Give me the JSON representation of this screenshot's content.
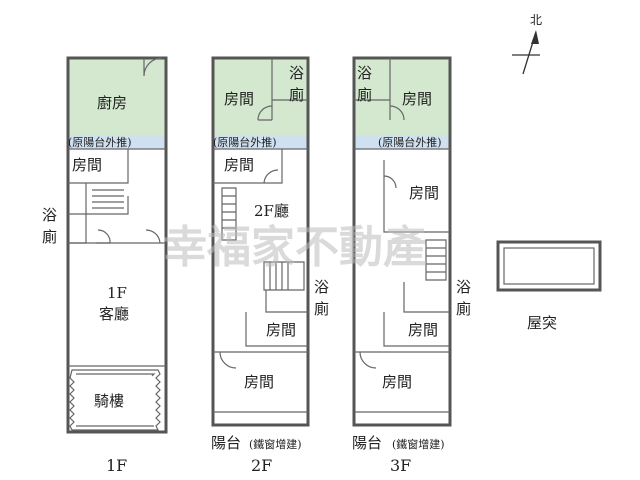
{
  "watermark": "幸福家不動產",
  "compass": {
    "label": "北"
  },
  "floors": {
    "f1": {
      "label": "1F",
      "kitchen": "廚房",
      "extension": "(原陽台外推)",
      "room": "房間",
      "bath_top": "浴",
      "bath_bottom": "廁",
      "living_line1": "1F",
      "living_line2": "客廳",
      "arcade": "騎樓"
    },
    "f2": {
      "label": "2F",
      "room_top": "房間",
      "bath_top": "浴",
      "bath_bottom": "廁",
      "extension": "(原陽台外推)",
      "room_mid": "房間",
      "hall": "2F廳",
      "bath2_top": "浴",
      "bath2_bottom": "廁",
      "room_small": "房間",
      "room_front": "房間",
      "balcony": "陽台",
      "balcony_note": "(鐵窗增建)"
    },
    "f3": {
      "label": "3F",
      "bath_top": "浴",
      "bath_bottom": "廁",
      "room_top": "房間",
      "extension": "(原陽台外推)",
      "room_mid": "房間",
      "bath2_top": "浴",
      "bath2_bottom": "廁",
      "room_small": "房間",
      "room_front": "房間",
      "balcony": "陽台",
      "balcony_note": "(鐵窗增建)"
    }
  },
  "roof": {
    "label": "屋突"
  }
}
